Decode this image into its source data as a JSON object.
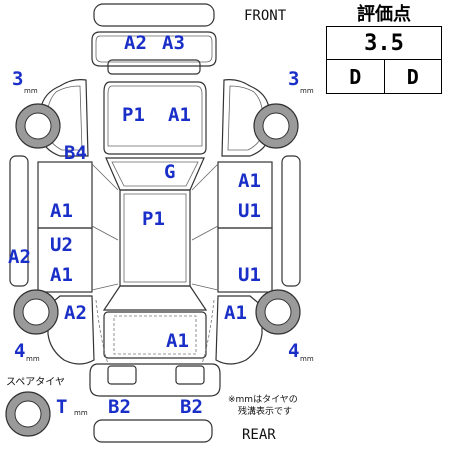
{
  "direction": {
    "front": "FRONT",
    "rear": "REAR"
  },
  "evaluation": {
    "title": "評価点",
    "score": "3.5",
    "interior": "D",
    "exterior": "D"
  },
  "tread": {
    "front_left": "3",
    "front_right": "3",
    "rear_left": "4",
    "rear_right": "4",
    "spare": "T",
    "unit": "mm"
  },
  "spare_tire_label": "スペアタイヤ",
  "note": {
    "line1": "※mmはタイヤの",
    "line2": "残溝表示です"
  },
  "damage_codes": {
    "front_bumper_left": "A2",
    "front_bumper_right": "A3",
    "hood_1": "P1",
    "hood_2": "A1",
    "left_front_fender": "B4",
    "windshield": "G",
    "roof": "P1",
    "left_front_door": "A1",
    "left_rear_door_1": "U2",
    "left_rear_door_2": "A1",
    "left_rocker": "A2",
    "left_rear_fender": "A2",
    "right_front_door_1": "A1",
    "right_front_door_2": "U1",
    "right_rear_door": "U1",
    "right_rear_fender": "A1",
    "trunk": "A1",
    "rear_bumper_left": "B2",
    "rear_bumper_right": "B2"
  }
}
